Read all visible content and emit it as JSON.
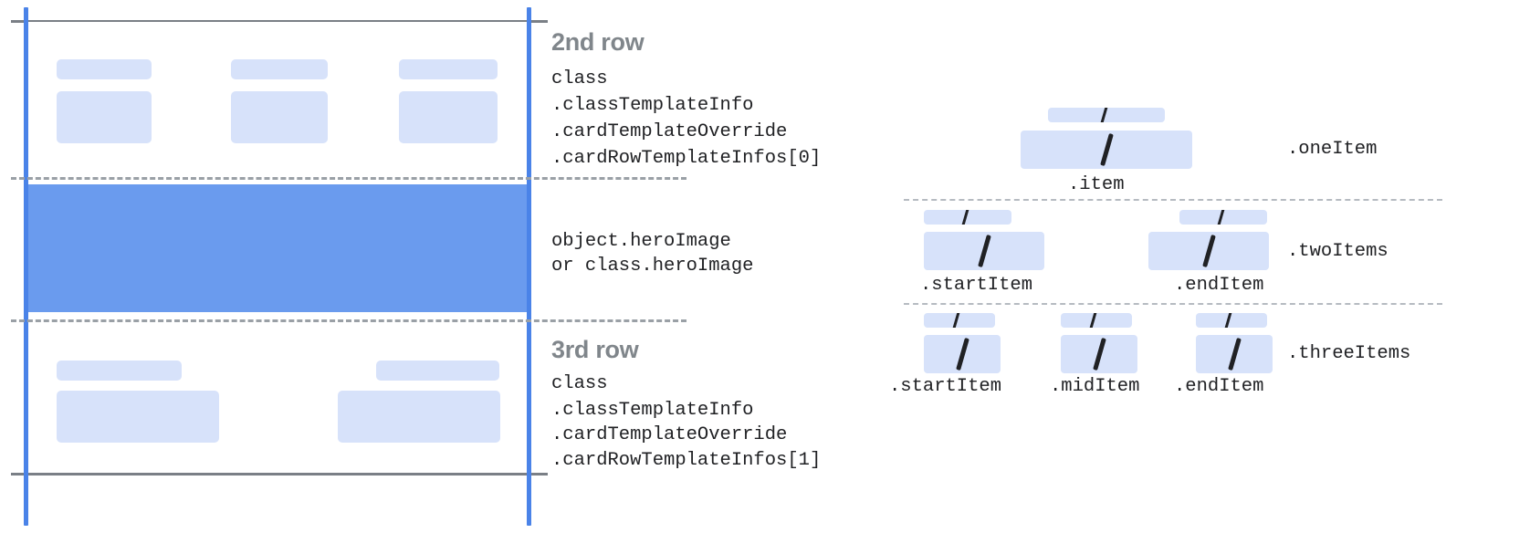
{
  "colors": {
    "rail": "#4a83e8",
    "hero": "#6a9bee",
    "placeholder": "#d7e2fa",
    "rule_solid": "#7a7f86",
    "rule_dashed": "#9aa0a6",
    "title_text": "#80868b",
    "code_text": "#202124",
    "background": "#ffffff"
  },
  "left_card": {
    "second_row": {
      "title": "2nd row",
      "code_lines": [
        "class",
        ".classTemplateInfo",
        ".cardTemplateOverride",
        ".cardRowTemplateInfos[0]"
      ]
    },
    "hero_row": {
      "title": "",
      "code_lines": [
        "object.heroImage",
        "or class.heroImage"
      ]
    },
    "third_row": {
      "title": "3rd row",
      "code_lines": [
        "class",
        ".classTemplateInfo",
        ".cardTemplateOverride",
        ".cardRowTemplateInfos[1]"
      ]
    }
  },
  "right_panel": {
    "groups": [
      {
        "name": ".oneItem",
        "slot_labels": [
          ".item"
        ],
        "slot_count": 1
      },
      {
        "name": ".twoItems",
        "slot_labels": [
          ".startItem",
          ".endItem"
        ],
        "slot_count": 2
      },
      {
        "name": ".threeItems",
        "slot_labels": [
          ".startItem",
          ".midItem",
          ".endItem"
        ],
        "slot_count": 3
      }
    ]
  }
}
